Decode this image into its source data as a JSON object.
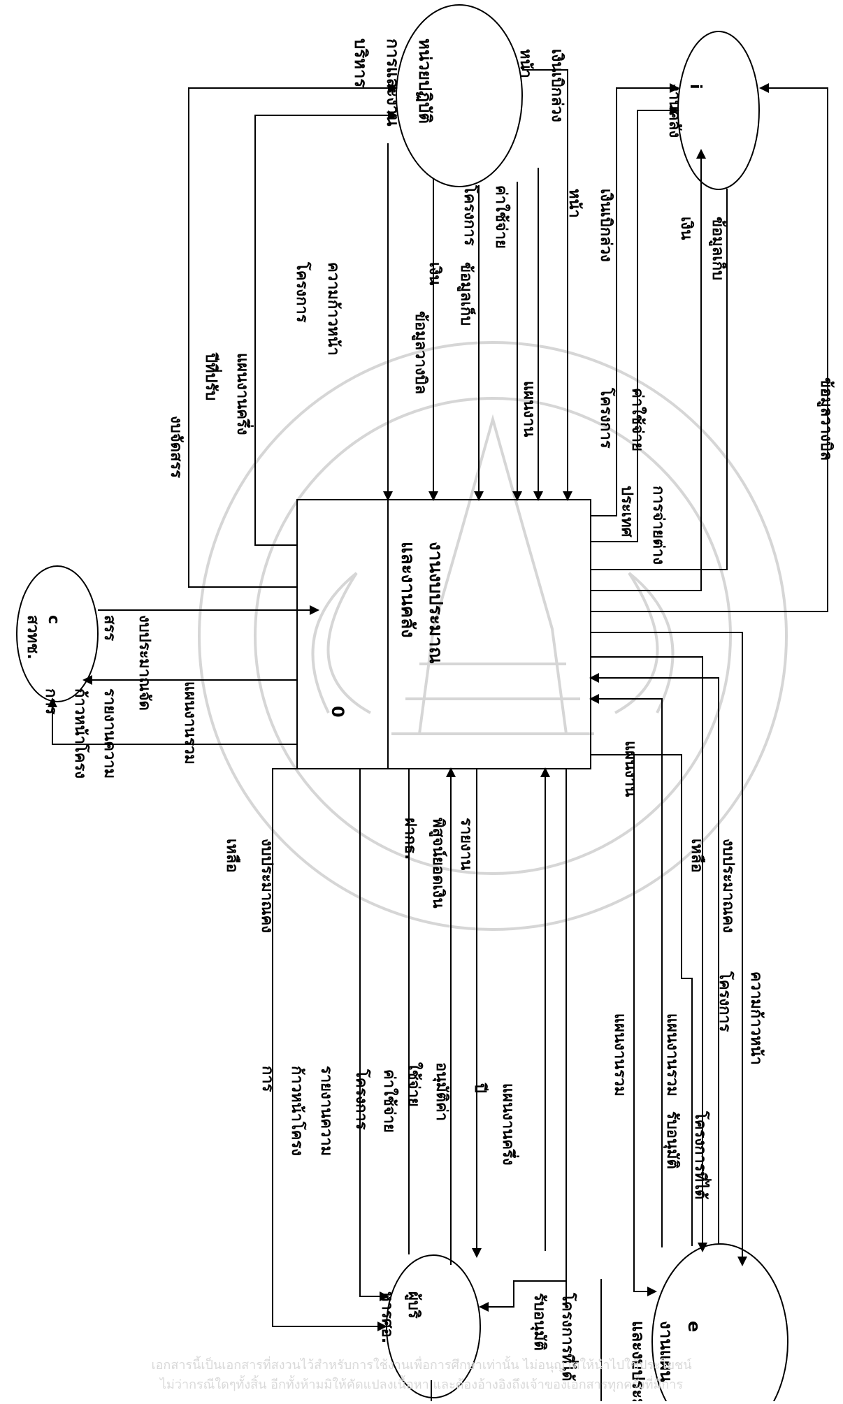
{
  "diagram": {
    "type": "data-flow-diagram (context level, page rotated 90°)",
    "center_process": {
      "id": "0",
      "line1": "งานงบประมาณ",
      "line2": "และงานคลัง"
    },
    "entities": {
      "c": {
        "id": "c",
        "name": "สวทช."
      },
      "ops": {
        "line1": "หน่วยปฏิบัติ",
        "line2": "การและงาน",
        "line3": "บริหาร"
      },
      "i": {
        "id": "i",
        "name": "งานคลัง"
      },
      "admin": {
        "line1": "ผู้บริ",
        "line2": "หารศอ."
      },
      "e": {
        "id": "e",
        "line1": "งานแผน",
        "line2": "และงบประมาณ"
      }
    },
    "flows": {
      "c_budget": [
        "งบประมาณจัด",
        "สรร"
      ],
      "c_plan": [
        "แผนงานรวม"
      ],
      "c_report": [
        "รายงานความ",
        "ก้าวหน้าโครง",
        "การ"
      ],
      "ops_alloc": [
        "งบจัดสรร"
      ],
      "ops_plan": [
        "แผนงานครึ่ง",
        "ปีที่ปรับ"
      ],
      "ops_progress": [
        "ความก้าวหน้า",
        "โครงการ"
      ],
      "ops_lend": [
        "ข้อมูลวางบิล"
      ],
      "ops_money": [
        "ข้อมูลเก็บ",
        "เงิน"
      ],
      "ops_expense": [
        "ค่าใช้จ่าย",
        "โครงการ"
      ],
      "ops_plan2": [
        "แผนงาน"
      ],
      "ops_advance": [
        "เงินเบิกล่วง",
        "หน้า"
      ],
      "i_advance": [
        "เงินเบิกล่วง",
        "หน้า"
      ],
      "i_expense": [
        "ค่าใช้จ่าย",
        "โครงการ"
      ],
      "i_foreign": [
        "การจ่ายต่าง",
        "ประเทศ"
      ],
      "i_money": [
        "ข้อมูลเก็บ",
        "เงิน"
      ],
      "i_lend": [
        "ข้อมูลวางบิล"
      ],
      "a_remaining": [
        "งบประมาณคง",
        "เหลือ"
      ],
      "a_report": [
        "รายงานความ",
        "ก้าวหน้าโครง",
        "การ"
      ],
      "a_expense": [
        "ค่าใช้จ่าย",
        "โครงการ"
      ],
      "a_approve": [
        "อนุมัติค่า",
        "ใช้จ่าย"
      ],
      "a_proof": [
        "รายงาน",
        "พิสูจน์ยอดเงิน",
        "ฝากธ."
      ],
      "a_half": [
        "แผนงานครึ่ง",
        "ปี"
      ],
      "a_approved": [
        "โครงการที่ได้",
        "รับอนุมัติ"
      ],
      "e_plan": [
        "แผนงาน"
      ],
      "e_overall": [
        "แผนงานรวม"
      ],
      "e_overall2": [
        "แผนงานรวม"
      ],
      "e_approved": [
        "โครงการที่ได้",
        "รับอนุมัติ"
      ],
      "e_remaining": [
        "งบประมาณคง",
        "เหลือ"
      ],
      "e_progress": [
        "ความก้าวหน้า",
        "โครงการ"
      ]
    }
  },
  "watermark": {
    "line1": "เอกสารนี้เป็นเอกสารที่สงวนไว้สำหรับการใช้งานเพื่อการศึกษาเท่านั้น ไม่อนุญาตให้นำไปใช้ประโยชน์",
    "line2": "ไม่ว่ากรณีใดๆทั้งสิ้น อีกทั้งห้ามมิให้คัดแปลงเนื้อหา และต้องอ้างอิงถึงเจ้าของเอกสารทุกครั้งที่มีการ"
  },
  "colors": {
    "ink": "#000000",
    "watermark": "#d6d6d6"
  }
}
